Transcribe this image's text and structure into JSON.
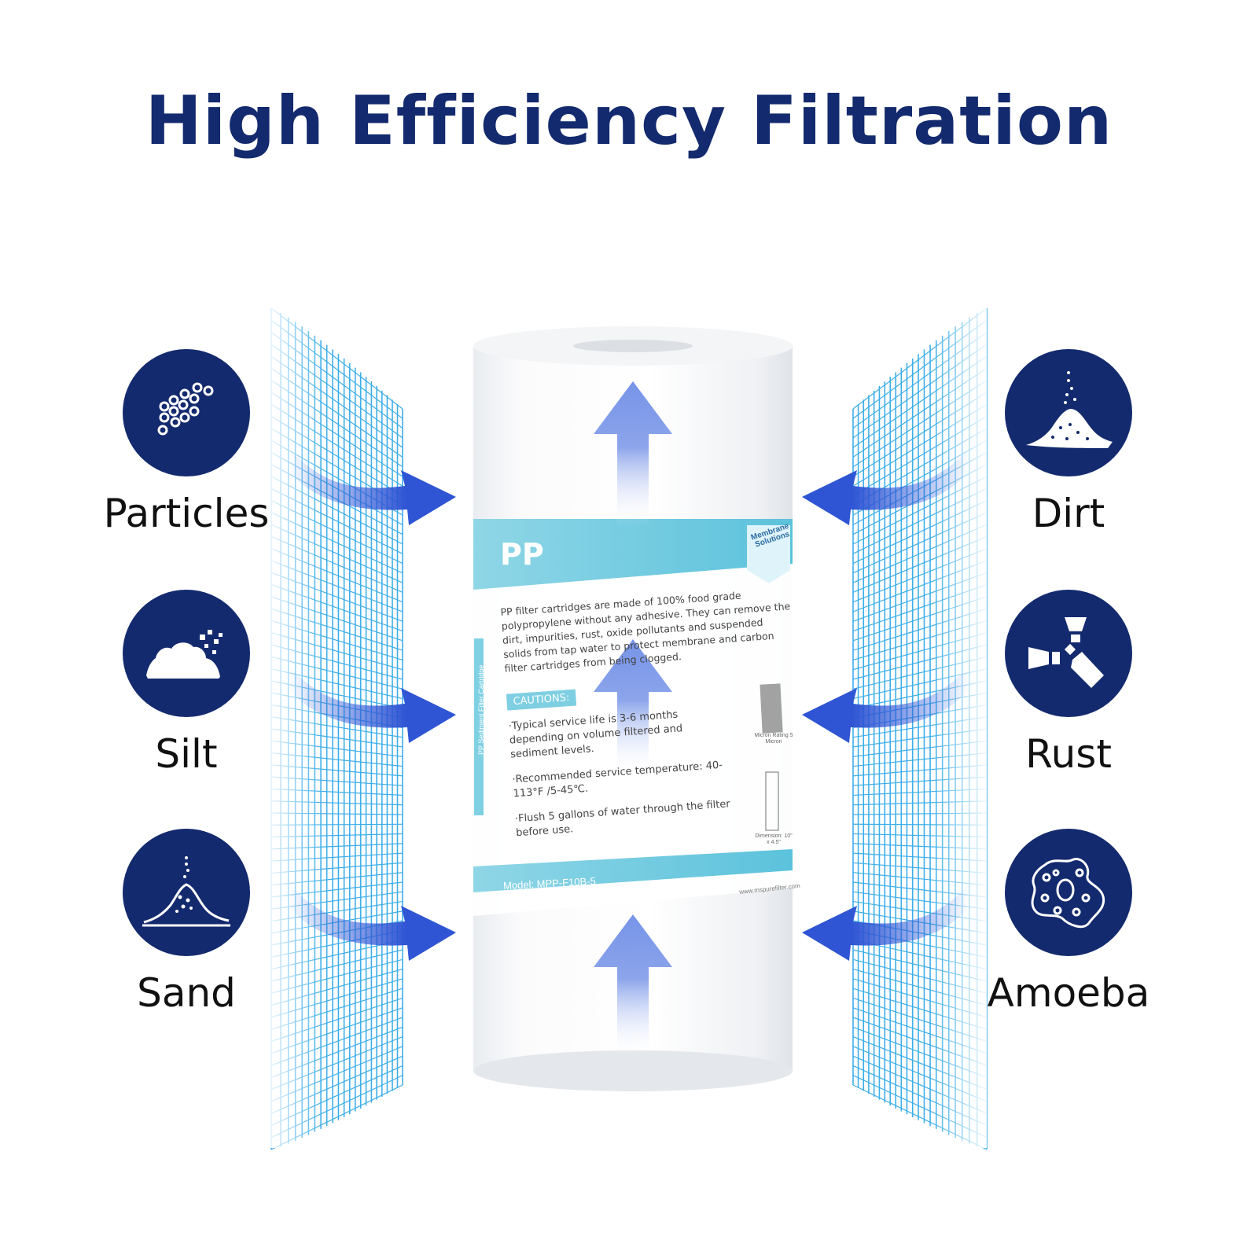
{
  "headline": "High Efficiency Filtration",
  "contaminants_left": [
    {
      "label": "Particles",
      "icon": "particles-icon"
    },
    {
      "label": "Silt",
      "icon": "silt-icon"
    },
    {
      "label": "Sand",
      "icon": "sand-icon"
    }
  ],
  "contaminants_right": [
    {
      "label": "Dirt",
      "icon": "dirt-icon"
    },
    {
      "label": "Rust",
      "icon": "rust-icon"
    },
    {
      "label": "Amoeba",
      "icon": "amoeba-icon"
    }
  ],
  "cartridge": {
    "type_label": "PP",
    "brand": "Membrane Solutions",
    "description": "PP filter cartridges are made of 100% food grade polypropylene without any adhesive. They can remove the dirt, impurities, rust, oxide pollutants and suspended solids from tap water to protect membrane and carbon filter cartridges from being clogged.",
    "cautions_title": "CAUTIONS:",
    "cautions": [
      "·Typical service life is 3-6 months depending on volume filtered and sediment levels.",
      "·Recommended service temperature: 40-113°F /5-45℃.",
      "·Flush 5 gallons of water through the filter before use."
    ],
    "side_label": "PP Sediment Filter Cartridge",
    "micron": "Micron Rating 5 Micron",
    "dimensions": "Dimension: 10\" x 4.5\"",
    "model": "Model:  MPP-F10B-5",
    "website": "www.mspurefilter.com"
  },
  "colors": {
    "navy": "#142a6e",
    "arrow_blue": "#2f55d4",
    "mesh_blue": "#2aa6e6",
    "label_band": "#7fd0e3"
  }
}
